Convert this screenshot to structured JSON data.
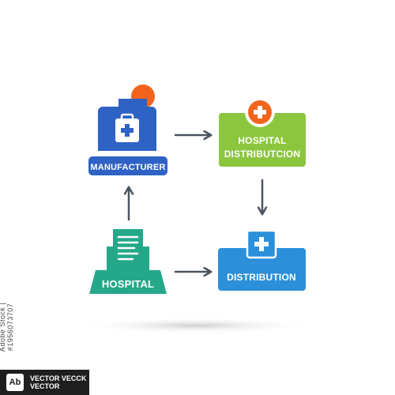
{
  "diagram": {
    "nodes": {
      "manufacturer": {
        "label": "MANUFACTURER",
        "color": "#2e62c5",
        "accent": "#f2641d"
      },
      "hospital_distribution": {
        "label_line1": "HOSPITAL",
        "label_line2": "DISTRIBUTCION",
        "color": "#8cc63e",
        "accent": "#f2641d"
      },
      "hospital": {
        "label": "HOSPITAL",
        "color": "#25a88a"
      },
      "distribution": {
        "label": "DISTRIBUTION",
        "color": "#2b8fd9"
      }
    },
    "edges": [
      {
        "from": "manufacturer",
        "to": "hospital_distribution",
        "direction": "right"
      },
      {
        "from": "hospital_distribution",
        "to": "distribution",
        "direction": "down"
      },
      {
        "from": "hospital",
        "to": "distribution",
        "direction": "right"
      },
      {
        "from": "hospital",
        "to": "manufacturer",
        "direction": "up"
      }
    ],
    "arrow_color": "#4a5560"
  },
  "stock_id": "Adobe Stock | #1956073707",
  "badge": {
    "logo": "Ab",
    "line1": "VECTOR VECCK",
    "line2": "VECTOR"
  }
}
